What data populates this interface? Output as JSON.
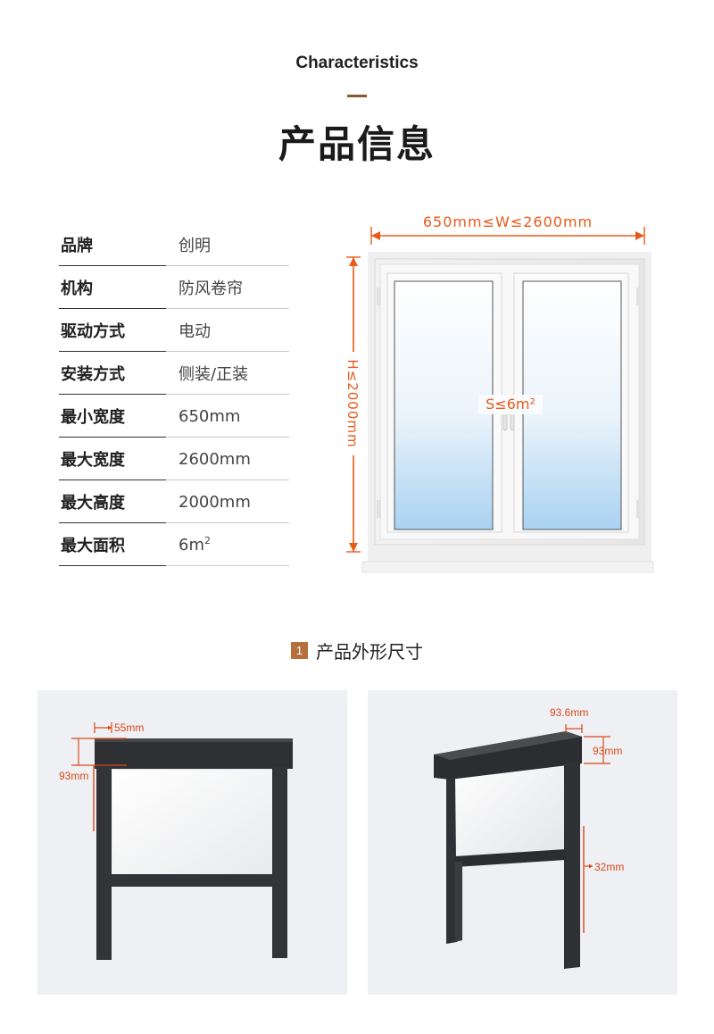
{
  "header": {
    "subtitle": "Characteristics",
    "title": "产品信息"
  },
  "specs": [
    {
      "label": "品牌",
      "value": "创明"
    },
    {
      "label": "机构",
      "value": "防风卷帘"
    },
    {
      "label": "驱动方式",
      "value": "电动"
    },
    {
      "label": "安装方式",
      "value": "侧装/正装"
    },
    {
      "label": "最小宽度",
      "value": "650mm"
    },
    {
      "label": "最大宽度",
      "value": "2600mm"
    },
    {
      "label": "最大高度",
      "value": "2000mm"
    },
    {
      "label": "最大面积",
      "value": "6m",
      "sup": "2"
    }
  ],
  "window_diagram": {
    "width_range": "650mm≤W≤2600mm",
    "height_limit": "H≤2000mm",
    "area_limit": "S≤6m²"
  },
  "section": {
    "number": "1",
    "label": "产品外形尺寸"
  },
  "front_photo": {
    "top_width": "55mm",
    "top_height": "93mm"
  },
  "side_photo": {
    "box_depth": "93.6mm",
    "box_height": "93mm",
    "rail_width": "32mm"
  },
  "colors": {
    "accent": "#8a5a2b",
    "dimension": "#e85a1a",
    "frame": "#2f3033"
  }
}
